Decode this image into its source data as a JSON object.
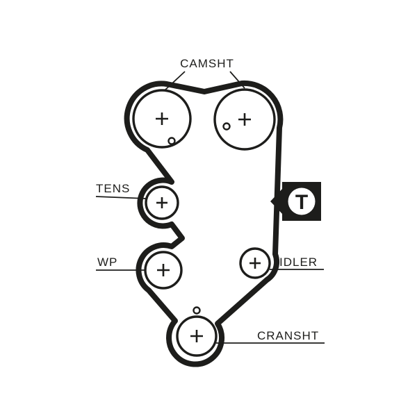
{
  "diagram": {
    "type": "timing-belt-routing-diagram",
    "labels": {
      "camshaft": "CAMSHT",
      "tensioner": "TENS",
      "water_pump": "WP",
      "idler": "IDLER",
      "crankshaft": "CRANSHT"
    },
    "badge": {
      "letter": "T"
    },
    "colors": {
      "line": "#1d1d1b",
      "background": "#ffffff"
    }
  }
}
